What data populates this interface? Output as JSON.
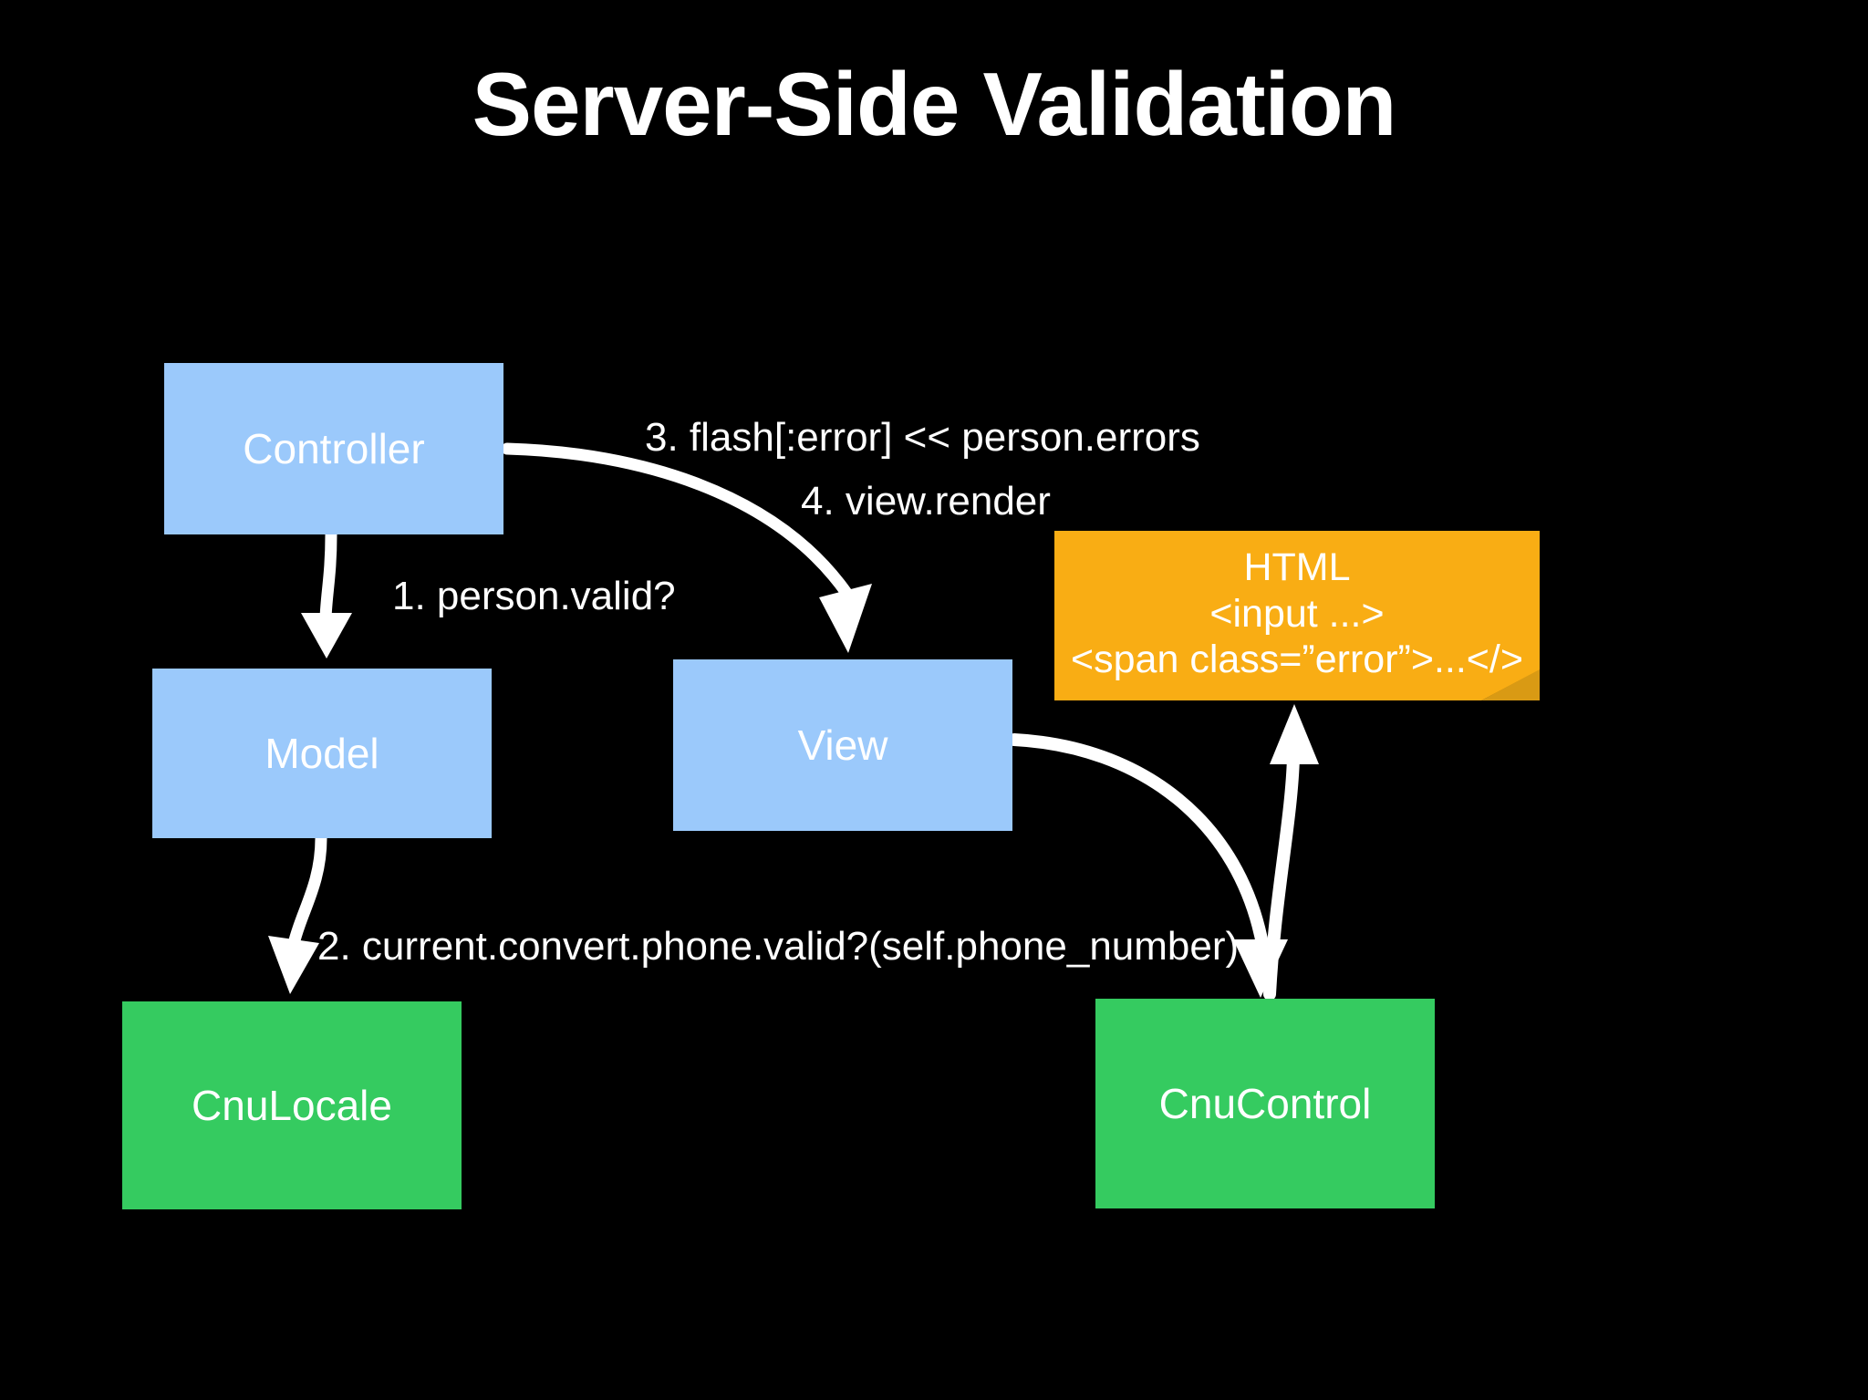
{
  "slide": {
    "title": "Server-Side Validation",
    "background_color": "#000000",
    "text_color": "#ffffff"
  },
  "palette": {
    "blue_node": "#9bc9fb",
    "green_node": "#35cb60",
    "note_orange": "#f9ad14",
    "note_fold": "#d99a14",
    "arrow": "#ffffff"
  },
  "diagram": {
    "type": "flow-diagram",
    "nodes": [
      {
        "id": "controller",
        "label": "Controller",
        "color": "#9bc9fb",
        "shape": "rectangle"
      },
      {
        "id": "model",
        "label": "Model",
        "color": "#9bc9fb",
        "shape": "rectangle"
      },
      {
        "id": "view",
        "label": "View",
        "color": "#9bc9fb",
        "shape": "rectangle"
      },
      {
        "id": "cnulocale",
        "label": "CnuLocale",
        "color": "#35cb60",
        "shape": "rectangle"
      },
      {
        "id": "cnucontrol",
        "label": "CnuControl",
        "color": "#35cb60",
        "shape": "rectangle"
      }
    ],
    "note": {
      "id": "html-note",
      "shape": "folded-corner-note",
      "color": "#f9ad14",
      "lines": [
        "HTML",
        "<input ...>",
        "<span class=”error”>...</>"
      ]
    },
    "edges": [
      {
        "id": "step1",
        "from": "controller",
        "to": "model",
        "label": "1. person.valid?"
      },
      {
        "id": "step2",
        "from": "model",
        "to": "cnulocale",
        "label": "2. current.convert.phone.valid?(self.phone_number)"
      },
      {
        "id": "step3",
        "from": "controller",
        "to": "view",
        "label": "3. flash[:error] << person.errors"
      },
      {
        "id": "step4",
        "from": "controller",
        "to": "view",
        "label": "4. view.render"
      },
      {
        "id": "view-to-cnucontrol",
        "from": "view",
        "to": "cnucontrol",
        "label": ""
      },
      {
        "id": "cnucontrol-to-html",
        "from": "cnucontrol",
        "to": "html-note",
        "label": ""
      }
    ]
  }
}
